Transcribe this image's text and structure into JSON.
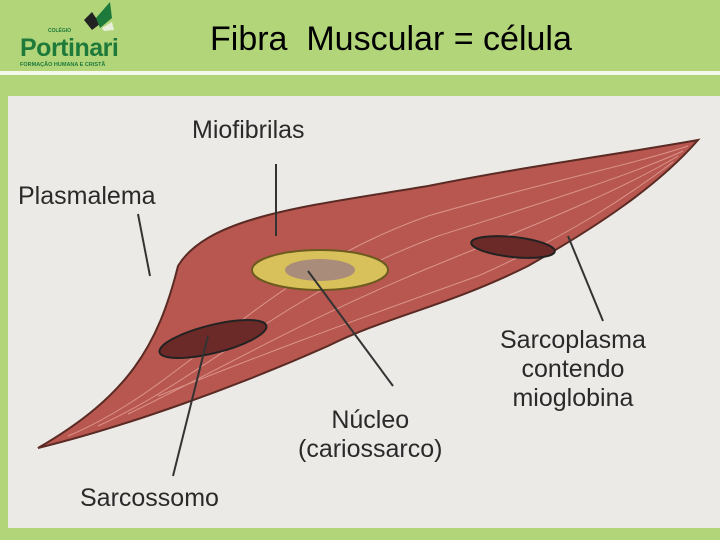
{
  "logo": {
    "small": "COLÉGIO",
    "name": "Portinari",
    "tagline": "FORMAÇÃO HUMANA E CRISTÃ"
  },
  "title": "Fibra  Muscular = célula",
  "diagram": {
    "labels": {
      "miofibrilas": "Miofibrilas",
      "plasmalema": "Plasmalema",
      "sarcoplasma": [
        "Sarcoplasma",
        "contendo",
        "mioglobina"
      ],
      "nucleo": [
        "Núcleo",
        "(cariossarco)"
      ],
      "sarcossomo": "Sarcossomo"
    },
    "colors": {
      "fiber": "#b8574f",
      "nucleus": "#d8c15a",
      "background": "#b3d57a"
    }
  }
}
